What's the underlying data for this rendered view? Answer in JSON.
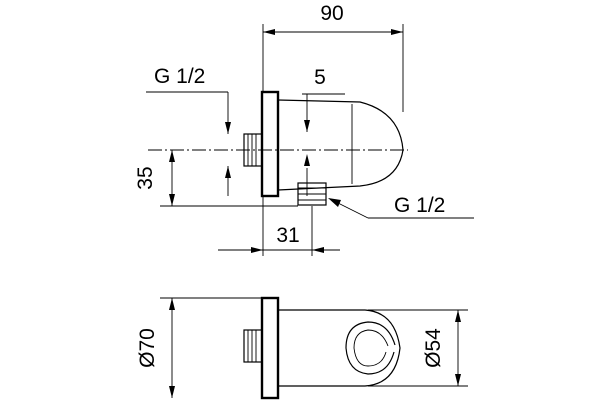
{
  "dimensions": {
    "overall_length": "90",
    "offset": "5",
    "height": "35",
    "outlet_offset": "31",
    "flange_diameter": "Ø70",
    "holder_diameter": "Ø54"
  },
  "threads": {
    "inlet": "G 1/2",
    "outlet": "G 1/2"
  }
}
